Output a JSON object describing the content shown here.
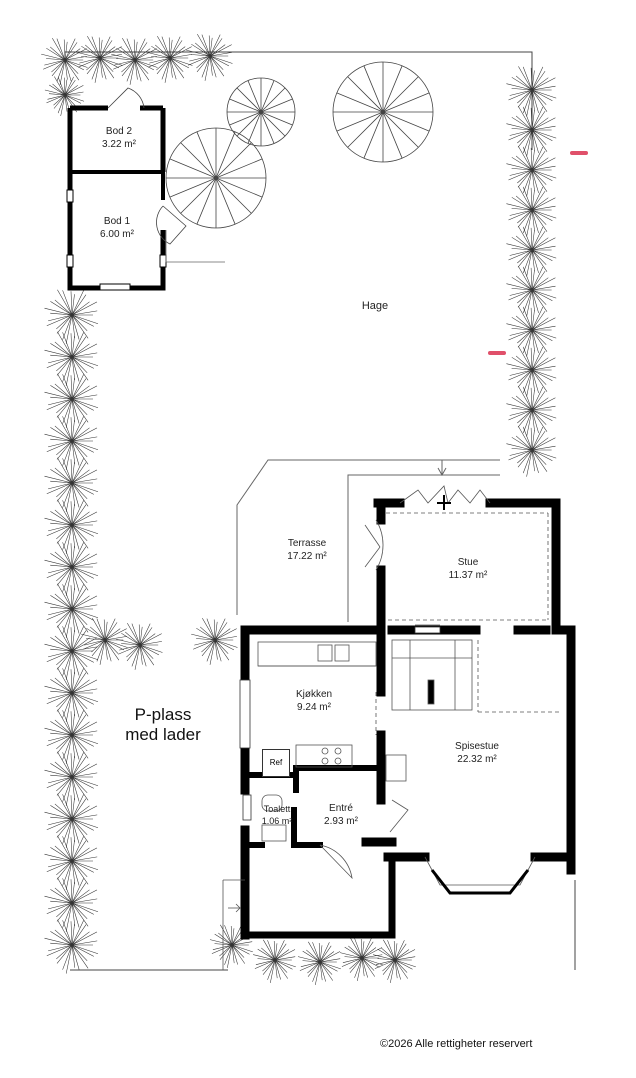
{
  "plan": {
    "rooms": [
      {
        "id": "bod2",
        "name": "Bod 2",
        "area": "3.22 m²"
      },
      {
        "id": "bod1",
        "name": "Bod 1",
        "area": "6.00 m²"
      },
      {
        "id": "hage",
        "name": "Hage",
        "area": ""
      },
      {
        "id": "terrasse",
        "name": "Terrasse",
        "area": "17.22 m²"
      },
      {
        "id": "stue",
        "name": "Stue",
        "area": "11.37 m²"
      },
      {
        "id": "kjokken",
        "name": "Kjøkken",
        "area": "9.24 m²"
      },
      {
        "id": "spisestue",
        "name": "Spisestue",
        "area": "22.32 m²"
      },
      {
        "id": "toalett",
        "name": "Toalett",
        "area": "1.06 m²"
      },
      {
        "id": "entre",
        "name": "Entré",
        "area": "2.93 m²"
      }
    ],
    "parking": {
      "line1": "P-plass",
      "line2": "med lader"
    },
    "fixtures": {
      "fridge": "Ref"
    },
    "copyright": "©2026 Alle rettigheter reservert",
    "colors": {
      "wall": "#000000",
      "line": "#555555",
      "foliage": "#333333",
      "marker": "#e0506a"
    }
  }
}
